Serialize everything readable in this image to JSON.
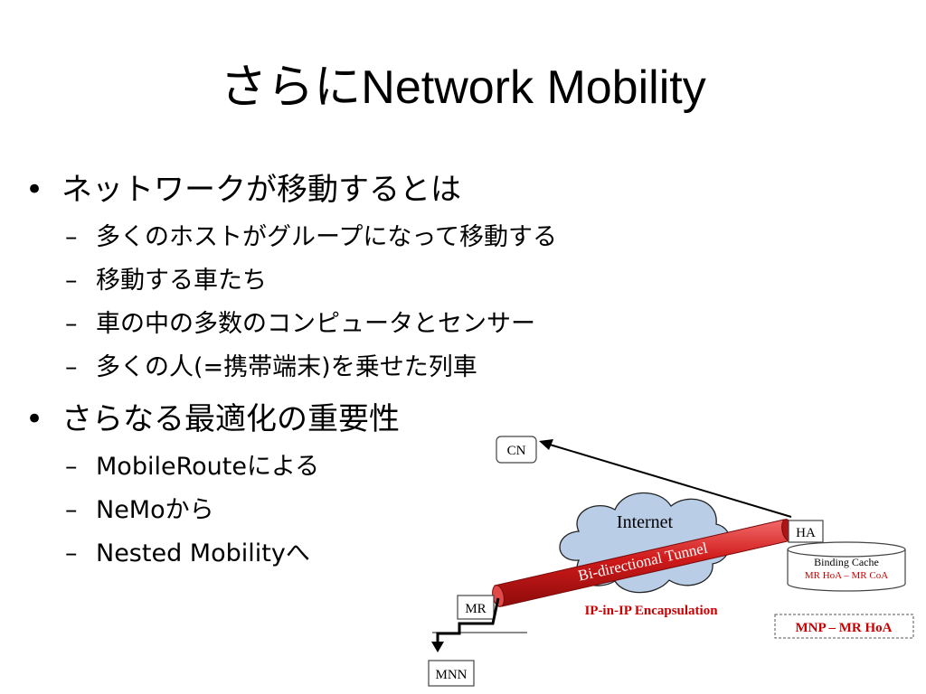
{
  "title": "さらにNetwork Mobility",
  "bullets": [
    {
      "text": "ネットワークが移動するとは",
      "children": [
        "多くのホストがグループになって移動する",
        "移動する車たち",
        "車の中の多数のコンピュータとセンサー",
        "多くの人(=携帯端末)を乗せた列車"
      ]
    },
    {
      "text": "さらなる最適化の重要性",
      "children": [
        "MobileRouteによる",
        "NeMoから",
        "Nested Mobilityへ"
      ]
    }
  ],
  "bullet_glyph": "•",
  "dash_glyph": "–",
  "diagram": {
    "cn": "CN",
    "internet": "Internet",
    "ha": "HA",
    "binding_cache": "Binding Cache",
    "binding_entry": "MR HoA – MR CoA",
    "tunnel": "Bi-directional Tunnel",
    "encapsulation": "IP-in-IP Encapsulation",
    "mr": "MR",
    "mnn": "MNN",
    "mnp": "MNP – MR HoA"
  },
  "colors": {
    "cloud_fill": "#b9cde6",
    "tunnel": "#d01a1a",
    "label_red": "#cc0000"
  }
}
